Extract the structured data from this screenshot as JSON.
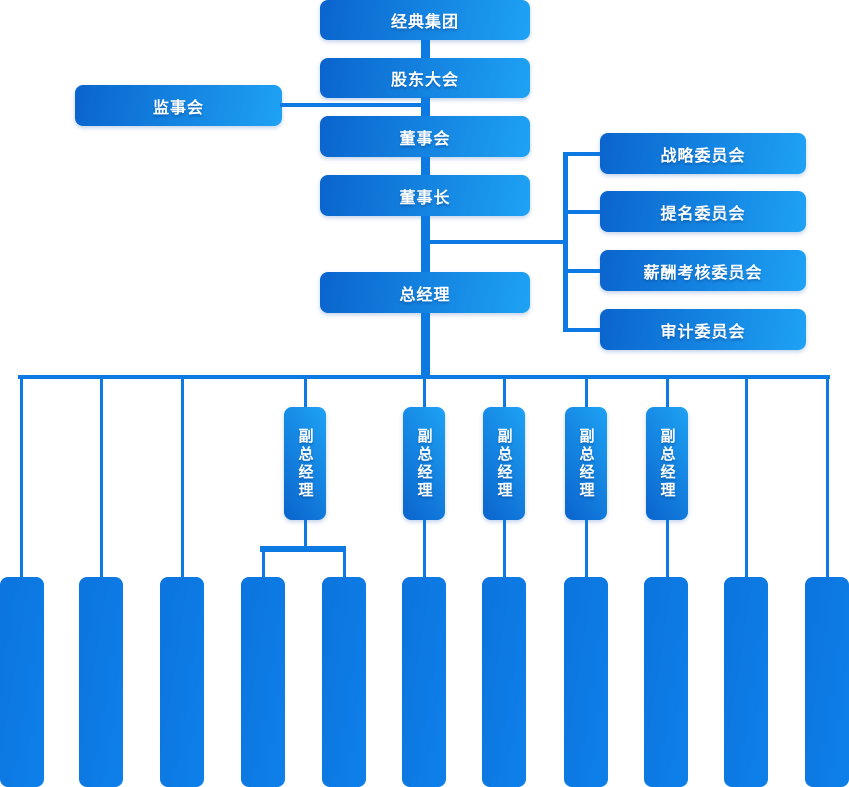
{
  "org": {
    "root": {
      "label": "经典集团"
    },
    "shareholders": {
      "label": "股东大会"
    },
    "supervisory": {
      "label": "监事会"
    },
    "board": {
      "label": "董事会"
    },
    "chairman": {
      "label": "董事长"
    },
    "general_manager": {
      "label": "总经理"
    },
    "committees": [
      {
        "label": "战略委员会"
      },
      {
        "label": "提名委员会"
      },
      {
        "label": "薪酬考核委员会"
      },
      {
        "label": "审计委员会"
      }
    ],
    "deputy_general_managers": [
      {
        "label": "副总经理"
      },
      {
        "label": "副总经理"
      },
      {
        "label": "副总经理"
      },
      {
        "label": "副总经理"
      },
      {
        "label": "副总经理"
      }
    ],
    "departments": [
      {
        "label": ""
      },
      {
        "label": ""
      },
      {
        "label": ""
      },
      {
        "label": ""
      },
      {
        "label": ""
      },
      {
        "label": ""
      },
      {
        "label": ""
      },
      {
        "label": ""
      },
      {
        "label": ""
      },
      {
        "label": ""
      },
      {
        "label": ""
      }
    ]
  },
  "colors": {
    "box_gradient_start": "#0a64cd",
    "box_gradient_end": "#1ea2f4",
    "department_fill": "#0d7ae4",
    "connector": "#0d79e3",
    "text": "#ffffff",
    "background": "#ffffff"
  }
}
